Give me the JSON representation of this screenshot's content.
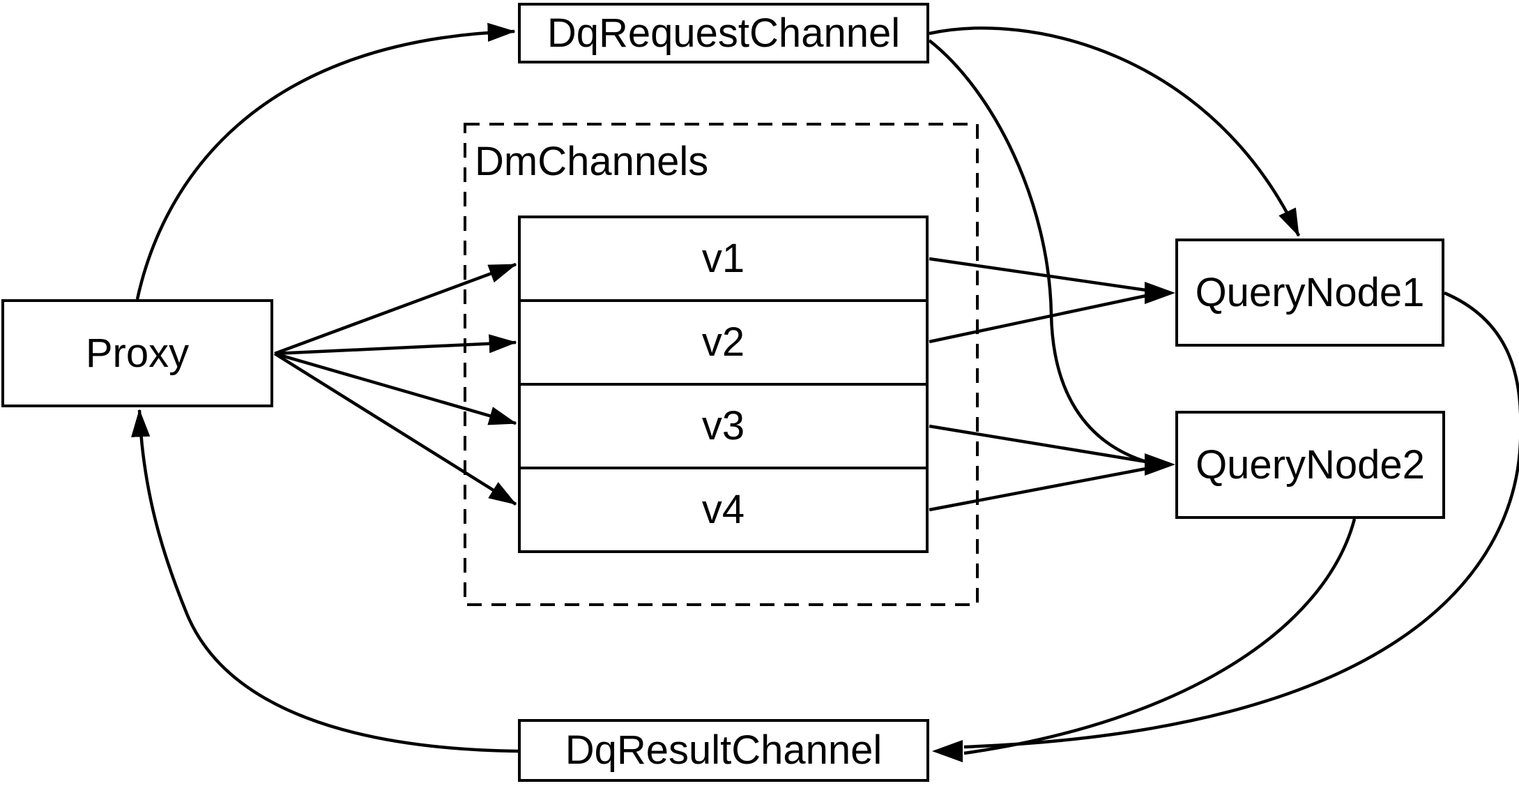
{
  "diagram": {
    "nodes": {
      "dq_request_channel": {
        "label": "DqRequestChannel"
      },
      "proxy": {
        "label": "Proxy"
      },
      "dm_channels": {
        "label": "DmChannels",
        "channels": [
          "v1",
          "v2",
          "v3",
          "v4"
        ]
      },
      "query_node_1": {
        "label": "QueryNode1"
      },
      "query_node_2": {
        "label": "QueryNode2"
      },
      "dq_result_channel": {
        "label": "DqResultChannel"
      }
    },
    "edges": [
      {
        "from": "Proxy",
        "to": "DqRequestChannel"
      },
      {
        "from": "Proxy",
        "to": "v1"
      },
      {
        "from": "Proxy",
        "to": "v2"
      },
      {
        "from": "Proxy",
        "to": "v3"
      },
      {
        "from": "Proxy",
        "to": "v4"
      },
      {
        "from": "v1",
        "to": "QueryNode1"
      },
      {
        "from": "v2",
        "to": "QueryNode1"
      },
      {
        "from": "v3",
        "to": "QueryNode2"
      },
      {
        "from": "v4",
        "to": "QueryNode2"
      },
      {
        "from": "DqRequestChannel",
        "to": "QueryNode1"
      },
      {
        "from": "DqRequestChannel",
        "to": "QueryNode2"
      },
      {
        "from": "QueryNode1",
        "to": "DqResultChannel"
      },
      {
        "from": "QueryNode2",
        "to": "DqResultChannel"
      },
      {
        "from": "DqResultChannel",
        "to": "Proxy"
      }
    ],
    "colors": {
      "line": "#000000",
      "node_fill": "#ffffff",
      "background": "#ffffff"
    }
  }
}
